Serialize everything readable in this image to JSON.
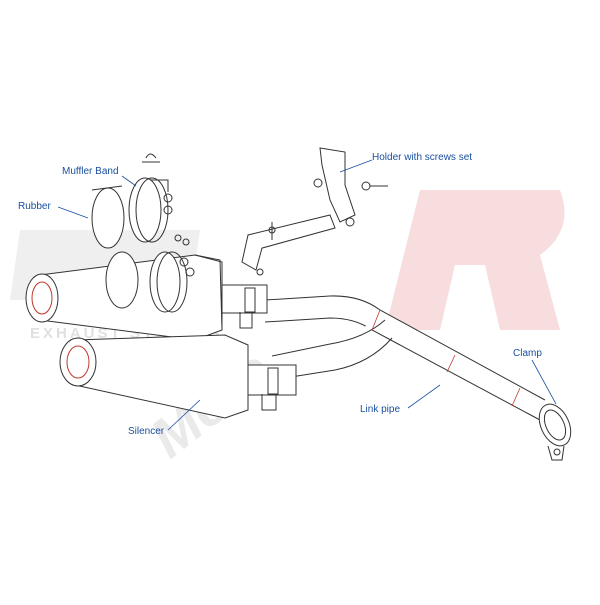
{
  "watermark": {
    "brand_text": "Moto",
    "brand_text_2": "R",
    "sub_text": "EXHAUST SYSTEMS",
    "colors": {
      "grey": "#e6e6e6",
      "red": "#f5d2d2"
    }
  },
  "labels": {
    "muffler_band": "Muffler Band",
    "rubber": "Rubber",
    "holder": "Holder with screws set",
    "clamp": "Clamp",
    "link_pipe": "Link pipe",
    "silencer": "Silencer"
  },
  "colors": {
    "line": "#333333",
    "label": "#1a4fa0",
    "accent": "#c0392b"
  }
}
